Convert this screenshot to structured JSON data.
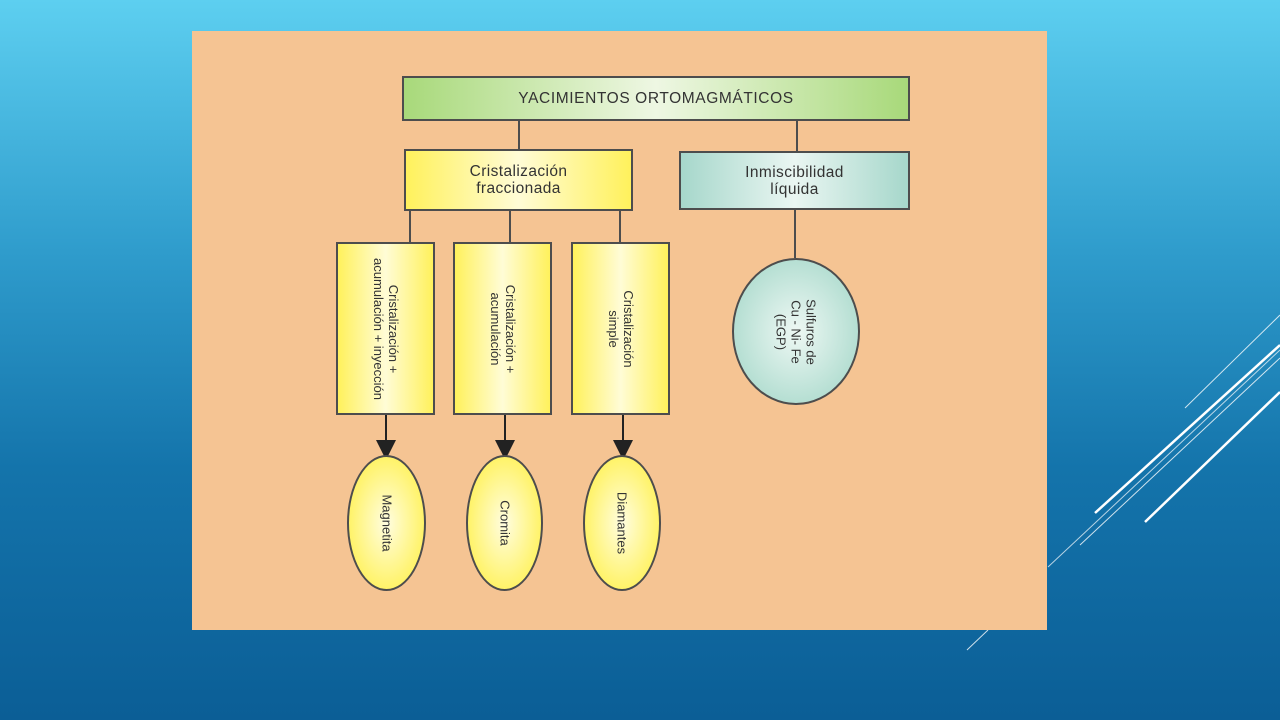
{
  "diagram": {
    "title": "YACIMIENTOS ORTOMAGMÁTICOS",
    "branches": [
      {
        "label_line1": "Cristalización",
        "label_line2": "fraccionada",
        "processes": [
          {
            "line1": "Cristalización +",
            "line2": "acumulación + inyección",
            "result": "Magnetita"
          },
          {
            "line1": "Cristalización +",
            "line2": "acumulación",
            "result": "Cromita"
          },
          {
            "line1": "Cristalización",
            "line2": "simple",
            "result": "Diamantes"
          }
        ]
      },
      {
        "label_line1": "Inmiscibilidad",
        "label_line2": "líquida",
        "result_line1": "Sulfuros de",
        "result_line2": "Cu - Ni- Fe",
        "result_line3": "(EGP)"
      }
    ]
  },
  "colors": {
    "panel": "#f5c493",
    "title_box": "#a8d97a",
    "yellow_box": "#fff15c",
    "teal_box": "#a6d7cb",
    "slide_background": "#1474ab"
  }
}
